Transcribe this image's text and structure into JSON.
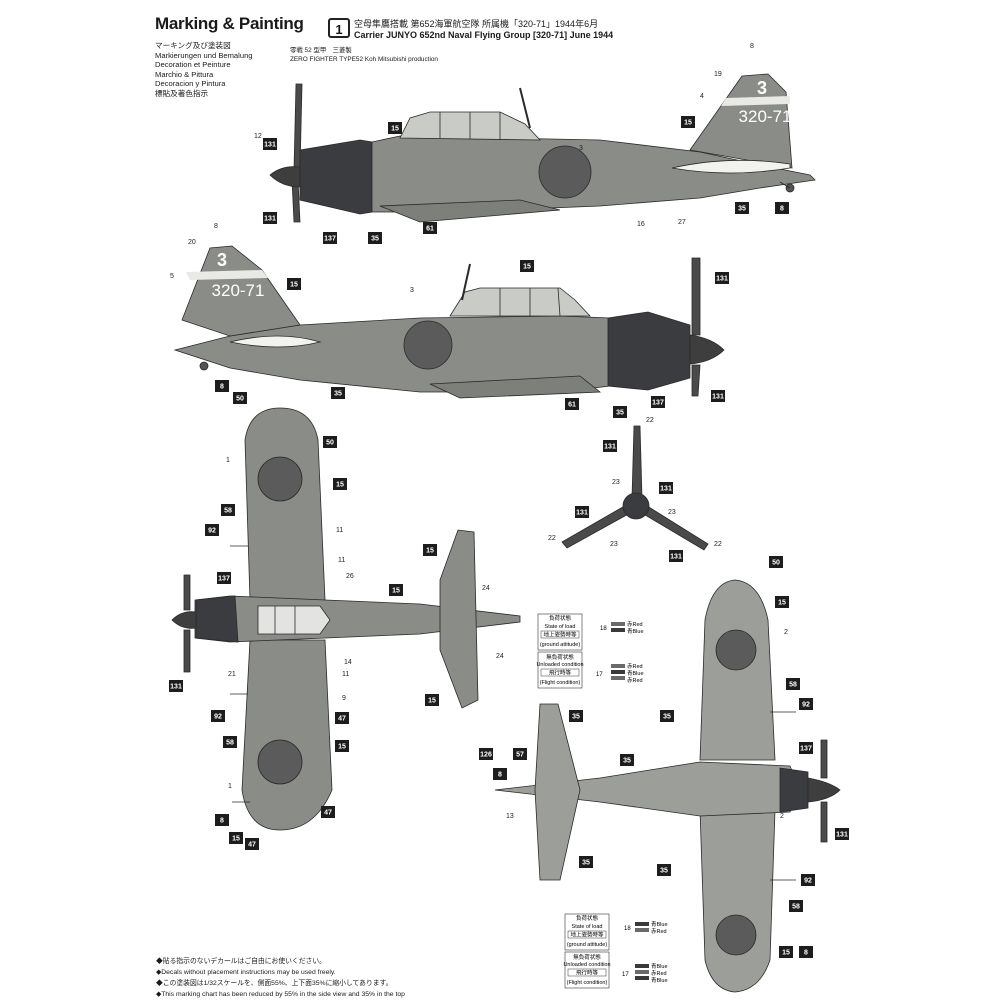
{
  "header": {
    "title": "Marking & Painting",
    "languages": [
      "マーキング及び塗装図",
      "Markierungen und Bemalung",
      "Decoration et Peinture",
      "Marchio & Pittura",
      "Decoracion y Pintura",
      "標貼及著色指示"
    ],
    "scheme_number": "1",
    "jp_line": "空母隼鷹搭載 第652海軍航空隊 所属機「320-71」1944年6月",
    "en_line": "Carrier JUNYO 652nd Naval Flying Group [320-71] June 1944",
    "type_jp": "零戦 52 型甲　三菱製",
    "type_en": "ZERO FIGHTER TYPE52 Koh Mitsubishi production"
  },
  "aircraft": {
    "tail_code": "3",
    "tail_number": "320-71"
  },
  "callouts": {
    "c8": "8",
    "c15": "15",
    "c35": "35",
    "c47": "47",
    "c50": "50",
    "c57": "57",
    "c58": "58",
    "c61": "61",
    "c92": "92",
    "c126": "126",
    "c131": "131",
    "c137": "137"
  },
  "numbers": {
    "n1": "1",
    "n2": "2",
    "n3": "3",
    "n4": "4",
    "n5": "5",
    "n9": "9",
    "n11": "11",
    "n12": "12",
    "n13": "13",
    "n14": "14",
    "n16": "16",
    "n17": "17",
    "n18": "18",
    "n19": "19",
    "n20": "20",
    "n21": "21",
    "n22": "22",
    "n23": "23",
    "n24": "24",
    "n26": "26",
    "n27": "27"
  },
  "legend_upper": {
    "loaded_jp": "負荷状態",
    "loaded_en": "State of load",
    "ground_jp": "地上姿勢時等",
    "ground_en": "(ground attitude)",
    "unloaded_jp": "無負荷状態",
    "unloaded_en": "Unloaded condition",
    "flight_jp": "飛行時等",
    "flight_en": "(Flight condition)",
    "num18": "18",
    "num17": "17",
    "red": "赤Red",
    "blue": "青Blue",
    "red2": "赤Red",
    "blue2": "青Blue",
    "red3": "赤Red"
  },
  "legend_lower": {
    "loaded_jp": "負荷状態",
    "loaded_en": "State of load",
    "ground_jp": "地上姿勢時等",
    "ground_en": "(ground attitude)",
    "unloaded_jp": "無負荷状態",
    "unloaded_en": "Unloaded condition",
    "flight_jp": "飛行時等",
    "flight_en": "(Flight condition)",
    "num18": "18",
    "num17": "17",
    "blue": "青Blue",
    "red": "赤Red",
    "blue2": "青Blue",
    "red2": "赤Red",
    "blue3": "青Blue"
  },
  "notes": [
    "◆貼る指示のないデカールはご自由にお使いください。",
    "◆Decals without placement instructions may be used freely.",
    "◆この塗装図は1/32スケールを、側面55%、上下面35%に縮小してあります。",
    "◆This marking chart has been reduced by 55% in the side view and 35% in the top"
  ],
  "colors": {
    "airframe": "#8a8c87",
    "cowling": "#3a3c3f",
    "hinomaru": "#5a5b5a",
    "outline": "#2a2a2a"
  }
}
